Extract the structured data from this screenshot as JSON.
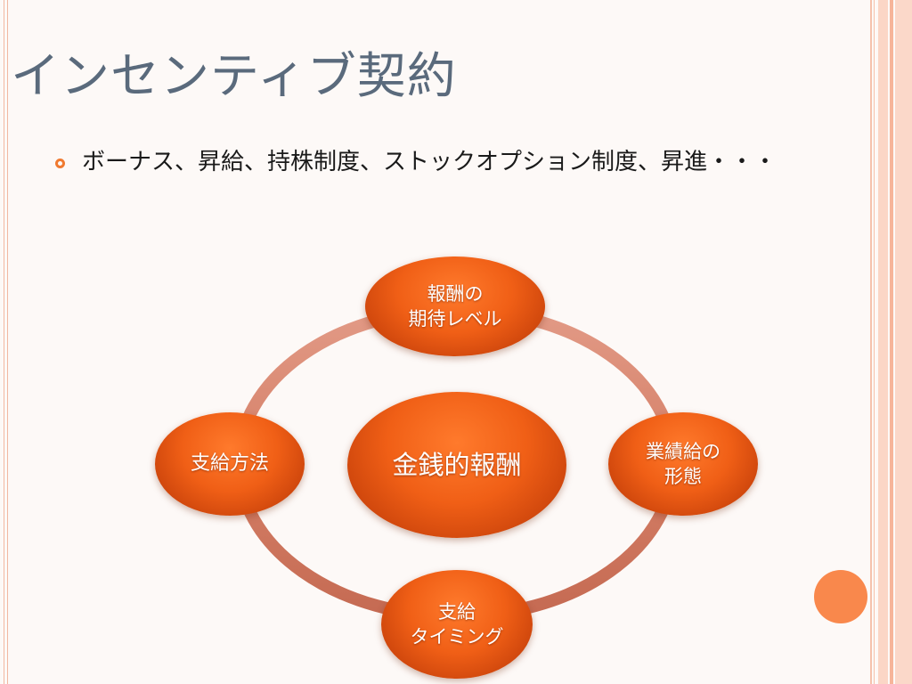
{
  "slide": {
    "title": "インセンティブ契約",
    "bullet": "ボーナス、昇給、持株制度、ストックオプション制度、昇進・・・"
  },
  "diagram": {
    "center": "金銭的報酬",
    "nodes": {
      "top": [
        "報酬の",
        "期待レベル"
      ],
      "right": [
        "業績給の",
        "形態"
      ],
      "bottom": [
        "支給",
        "タイミング"
      ],
      "left": [
        "支給方法"
      ]
    }
  },
  "colors": {
    "node_fill": "#f05f16",
    "ring": "#d98670",
    "title_text": "#5a6a7c",
    "bullet_marker": "#f07a30",
    "accent_circle": "#f9884c",
    "stripe": "#fbd6c6"
  }
}
